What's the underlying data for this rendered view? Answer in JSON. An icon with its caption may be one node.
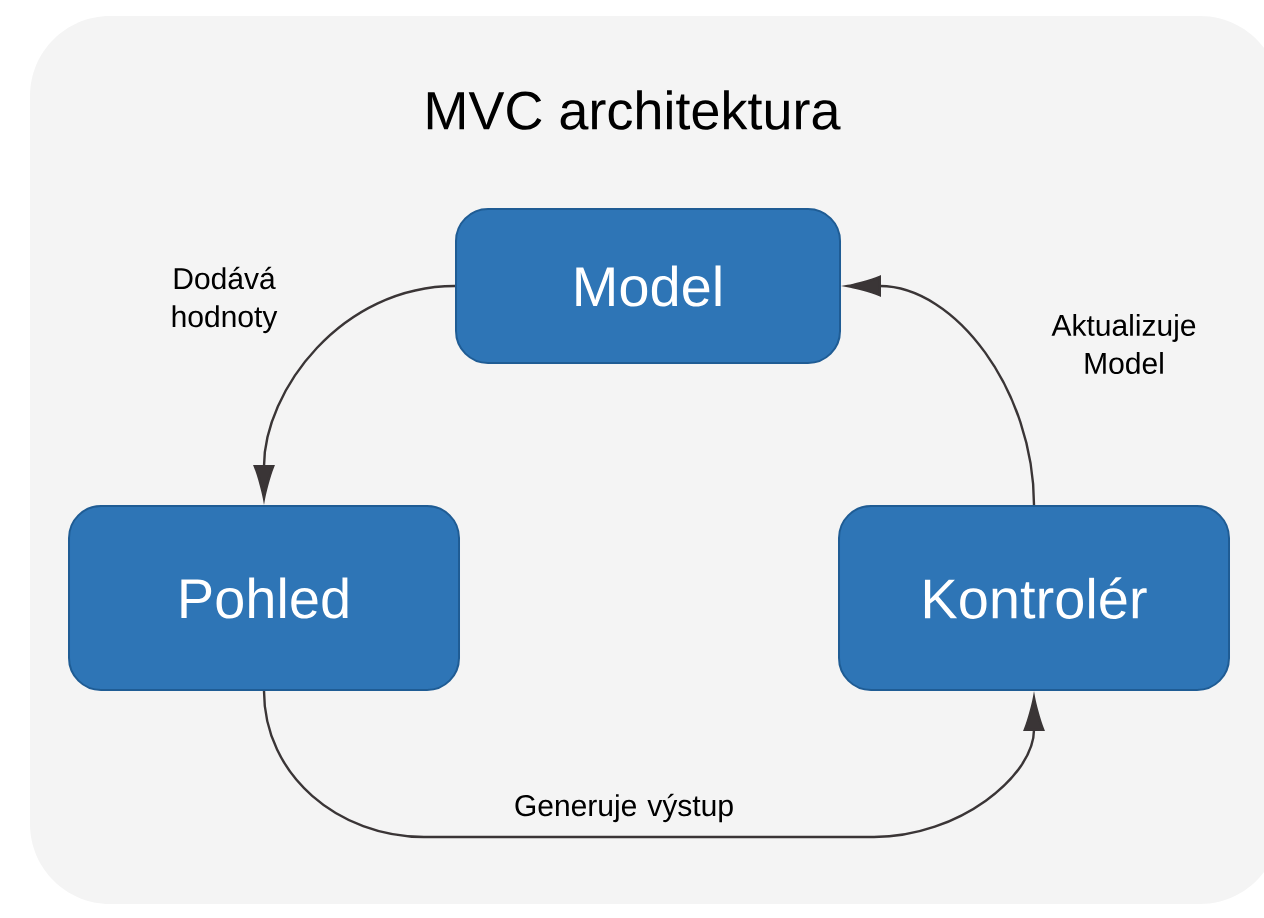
{
  "diagram": {
    "title": "MVC architektura",
    "nodes": [
      {
        "text": [
          "Model"
        ]
      },
      {
        "text": [
          "Pohled"
        ]
      },
      {
        "text": [
          "Kontrolér"
        ]
      }
    ],
    "edges": [
      {
        "from": 2,
        "to": 0,
        "arrow": "to",
        "label": "Aktualizuje Model"
      },
      {
        "from": 0,
        "to": 1,
        "arrow": "to",
        "label": "Dodává hodnoty"
      },
      {
        "from": 1,
        "to": 2,
        "arrow": "to",
        "label": "Generuje výstup"
      }
    ]
  }
}
